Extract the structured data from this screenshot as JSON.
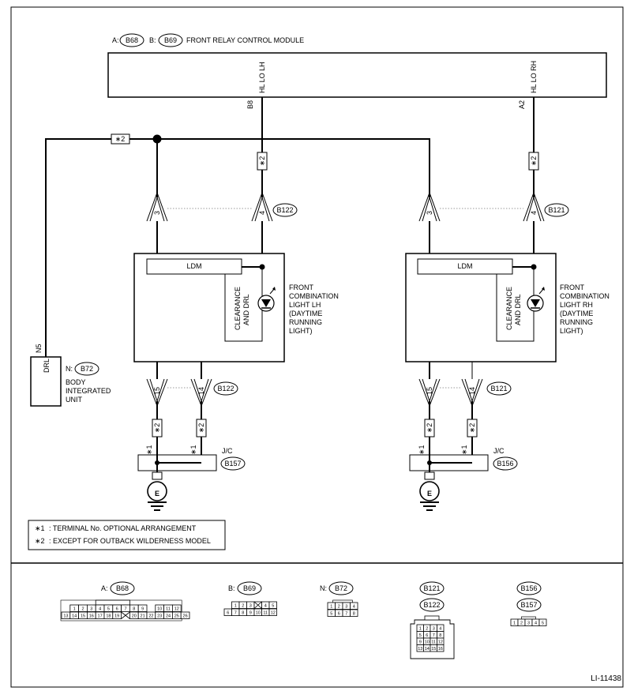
{
  "module": {
    "prefix_a": "A:",
    "conn_a": "B68",
    "prefix_b": "B:",
    "conn_b": "B69",
    "name": "FRONT RELAY CONTROL MODULE",
    "term_lh": "B8",
    "sig_lh": "HL LO LH",
    "term_rh": "A2",
    "sig_rh": "HL LO RH"
  },
  "marks": {
    "star2": "∗2",
    "star1": "∗1"
  },
  "body_unit": {
    "term": "N5",
    "sig": "DRL",
    "prefix": "N:",
    "conn": "B72",
    "line1": "BODY",
    "line2": "INTEGRATED",
    "line3": "UNIT"
  },
  "lh": {
    "upper_conn": "B122",
    "pin3": "3",
    "pin4": "4",
    "ldm": "LDM",
    "lamp1": "CLEARANCE",
    "lamp2": "AND DRL",
    "name1": "FRONT",
    "name2": "COMBINATION",
    "name3": "LIGHT LH",
    "name4": "(DAYTIME",
    "name5": "RUNNING",
    "name6": "LIGHT)",
    "lower_conn": "B122",
    "pin15": "15",
    "pin14": "14",
    "jc": "J/C",
    "jc_conn": "B157",
    "ground": "E"
  },
  "rh": {
    "upper_conn": "B121",
    "pin3": "3",
    "pin4": "4",
    "ldm": "LDM",
    "lamp1": "CLEARANCE",
    "lamp2": "AND DRL",
    "name1": "FRONT",
    "name2": "COMBINATION",
    "name3": "LIGHT RH",
    "name4": "(DAYTIME",
    "name5": "RUNNING",
    "name6": "LIGHT)",
    "lower_conn": "B121",
    "pin15": "15",
    "pin14": "14",
    "jc": "J/C",
    "jc_conn": "B156",
    "ground": "E"
  },
  "notes": {
    "n1_mark": "∗1",
    "n1_text": ": TERMINAL No. OPTIONAL ARRANGEMENT",
    "n2_mark": "∗2",
    "n2_text": ": EXCEPT FOR OUTBACK WILDERNESS MODEL"
  },
  "connectors": {
    "a_prefix": "A:",
    "a_name": "B68",
    "a_row1": [
      "1",
      "2",
      "3",
      "4",
      "5",
      "6",
      "7",
      "8",
      "9",
      "10",
      "11",
      "12"
    ],
    "a_row2": [
      "13",
      "14",
      "15",
      "16",
      "17",
      "18",
      "19",
      "20",
      "21",
      "22",
      "23",
      "24",
      "25",
      "26"
    ],
    "b_prefix": "B:",
    "b_name": "B69",
    "b_row1": [
      "1",
      "2",
      "3",
      "4",
      "5"
    ],
    "b_row2": [
      "6",
      "7",
      "8",
      "9",
      "10",
      "11",
      "12"
    ],
    "n_prefix": "N:",
    "n_name": "B72",
    "n_row1": [
      "1",
      "2",
      "3",
      "4"
    ],
    "n_row2": [
      "5",
      "6",
      "7",
      "8"
    ],
    "c121": "B121",
    "c122": "B122",
    "c16": [
      "1",
      "2",
      "3",
      "4",
      "5",
      "6",
      "7",
      "8",
      "9",
      "10",
      "11",
      "12",
      "13",
      "14",
      "15",
      "16"
    ],
    "c156": "B156",
    "c157": "B157",
    "c5": [
      "1",
      "2",
      "3",
      "4",
      "5"
    ]
  },
  "ref": "LI-11438"
}
